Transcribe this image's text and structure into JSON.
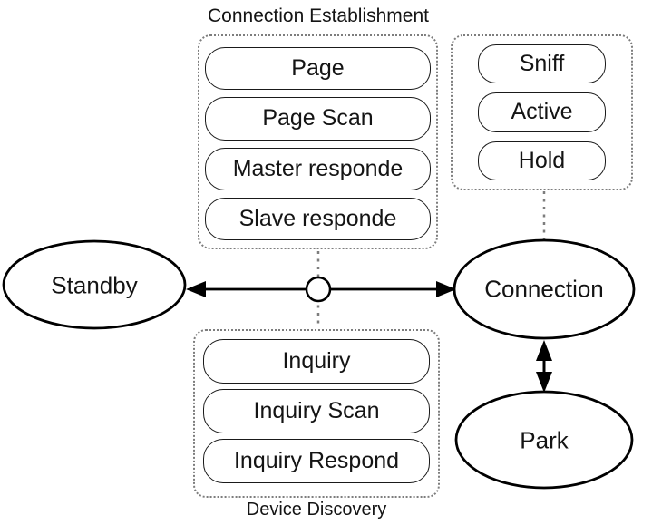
{
  "colors": {
    "background": "#ffffff",
    "stroke": "#000000",
    "dotted_border": "#7d7d7d",
    "text": "#141414"
  },
  "groups": {
    "connection_establishment": {
      "caption": "Connection Establishment",
      "items": [
        "Page",
        "Page Scan",
        "Master responde",
        "Slave responde"
      ]
    },
    "connection_modes": {
      "items": [
        "Sniff",
        "Active",
        "Hold"
      ]
    },
    "device_discovery": {
      "caption": "Device Discovery",
      "items": [
        "Inquiry",
        "Inquiry Scan",
        "Inquiry Respond"
      ]
    }
  },
  "states": {
    "standby": {
      "label": "Standby"
    },
    "connection": {
      "label": "Connection"
    },
    "park": {
      "label": "Park"
    }
  }
}
